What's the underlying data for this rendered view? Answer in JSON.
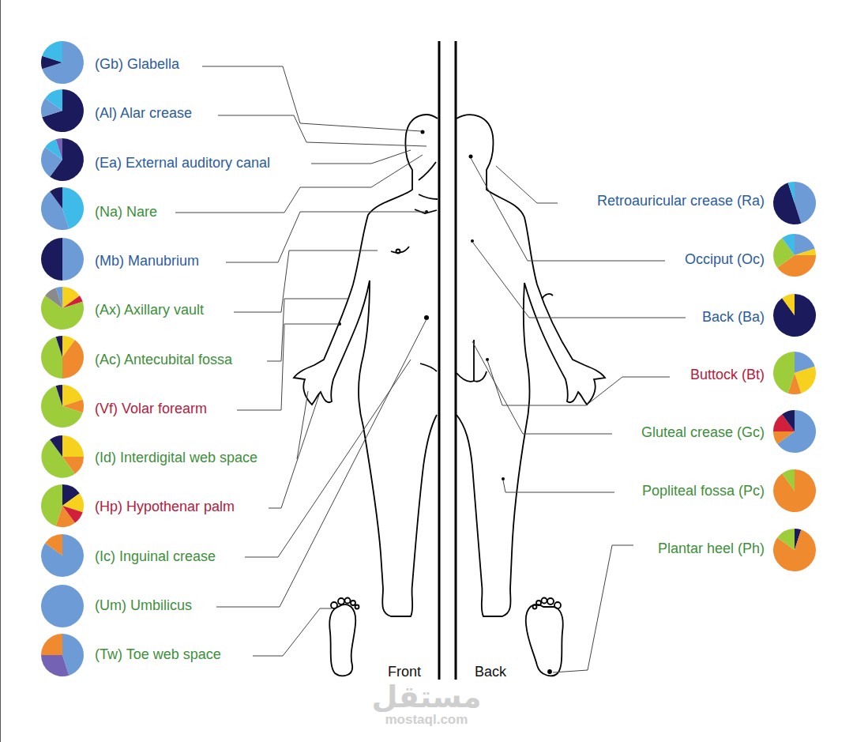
{
  "diagram": {
    "labels": [
      "(Gb) Glabella",
      "(Al) Alar crease",
      "(Ea) External auditory canal",
      "(Na) Nare",
      "(Mb) Manubrium",
      "(Ax) Axillary vault",
      "(Ac) Antecubital fossa",
      "(Vf) Volar forearm",
      "(Id) Interdigital web space",
      "(Hp) Hypothenar palm",
      "(Ic) Inguinal crease",
      "(Um) Umbilicus",
      "(Tw) Toe web space",
      "Retroauricular crease (Ra)",
      "Occiput (Oc)",
      "Back (Ba)",
      "Buttock (Bt)",
      "Gluteal crease (Gc)",
      "Popliteal fossa (Pc)",
      "Plantar heel (Ph)",
      "Front",
      "Back",
      "مستقل",
      "mostaql.com"
    ]
  }
}
